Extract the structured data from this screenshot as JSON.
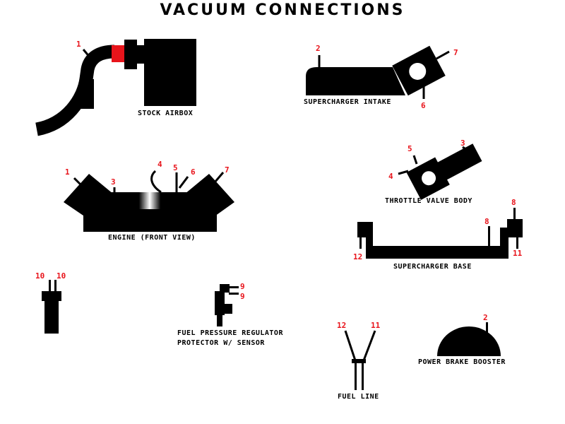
{
  "title": "VACUUM CONNECTIONS",
  "colors": {
    "ink": "#000000",
    "accent": "#e8141b",
    "background": "#ffffff"
  },
  "components": {
    "stock_airbox": {
      "label": "STOCK AIRBOX",
      "ports": [
        "1"
      ]
    },
    "supercharger_intake": {
      "label": "SUPERCHARGER INTAKE",
      "ports": [
        "2",
        "7",
        "6"
      ]
    },
    "engine": {
      "label": "ENGINE (FRONT VIEW)",
      "ports": [
        "1",
        "3",
        "4",
        "5",
        "6",
        "7"
      ]
    },
    "throttle_valve_body": {
      "label": "THROTTLE VALVE BODY",
      "ports": [
        "5",
        "3",
        "4"
      ]
    },
    "supercharger_base": {
      "label": "SUPERCHARGER BASE",
      "ports": [
        "8",
        "8",
        "12",
        "11"
      ]
    },
    "sensor_block": {
      "ports": [
        "10",
        "10"
      ]
    },
    "fuel_pressure_regulator": {
      "label_line1": "FUEL PRESSURE REGULATOR",
      "label_line2": "PROTECTOR W/ SENSOR",
      "ports": [
        "9",
        "9"
      ]
    },
    "fuel_line": {
      "label": "FUEL LINE",
      "ports": [
        "12",
        "11"
      ]
    },
    "power_brake_booster": {
      "label": "POWER BRAKE BOOSTER",
      "ports": [
        "2"
      ]
    }
  }
}
